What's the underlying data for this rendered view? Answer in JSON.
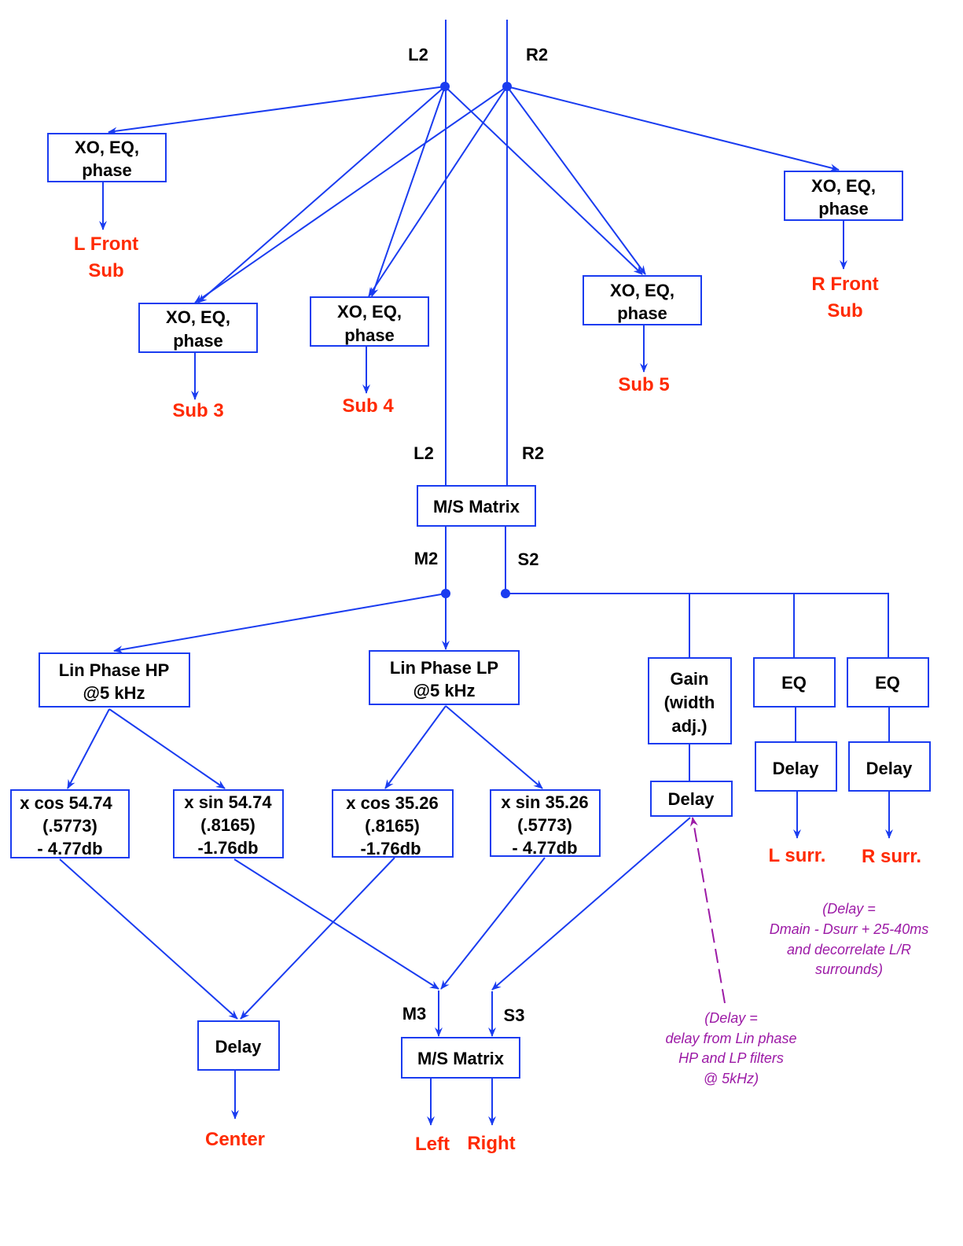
{
  "colors": {
    "wire": "#1a3cf0",
    "output": "#ff2a00",
    "note": "#9c1aa6",
    "text": "#000000"
  },
  "signals": {
    "l2_top": "L2",
    "r2_top": "R2",
    "l2_mid": "L2",
    "r2_mid": "R2",
    "m2": "M2",
    "s2": "S2",
    "m3": "M3",
    "s3": "S3"
  },
  "blocks": {
    "xo_l_front": [
      "XO, EQ,",
      "phase"
    ],
    "xo_sub3": [
      "XO, EQ,",
      "phase"
    ],
    "xo_sub4": [
      "XO, EQ,",
      "phase"
    ],
    "xo_sub5": [
      "XO, EQ,",
      "phase"
    ],
    "xo_r_front": [
      "XO, EQ,",
      "phase"
    ],
    "ms_matrix_top": [
      "M/S Matrix"
    ],
    "lin_phase_hp": [
      "Lin Phase HP",
      "@5 kHz"
    ],
    "lin_phase_lp": [
      "Lin Phase LP",
      "@5 kHz"
    ],
    "gain": [
      "Gain",
      "(width",
      "adj.)"
    ],
    "eq_l": [
      "EQ"
    ],
    "eq_r": [
      "EQ"
    ],
    "delay_side": [
      "Delay"
    ],
    "delay_l_surr": [
      "Delay"
    ],
    "delay_r_surr": [
      "Delay"
    ],
    "cos_5474": [
      "x cos 54.74",
      "(.5773)",
      "- 4.77db"
    ],
    "sin_5474": [
      "x sin 54.74",
      "(.8165)",
      "-1.76db"
    ],
    "cos_3526": [
      "x cos 35.26",
      "(.8165)",
      "-1.76db"
    ],
    "sin_3526": [
      "x sin 35.26",
      "(.5773)",
      "- 4.77db"
    ],
    "delay_center": [
      "Delay"
    ],
    "ms_matrix_bottom": [
      "M/S Matrix"
    ]
  },
  "outputs": {
    "l_front_sub": [
      "L Front",
      "Sub"
    ],
    "r_front_sub": [
      "R Front",
      "Sub"
    ],
    "sub3": "Sub 3",
    "sub4": "Sub 4",
    "sub5": "Sub 5",
    "l_surr": "L surr.",
    "r_surr": "R surr.",
    "center": "Center",
    "left": "Left",
    "right": "Right"
  },
  "notes": {
    "surround_delay": [
      "(Delay =",
      "Dmain - Dsurr + 25-40ms",
      "and decorrelate L/R",
      "surrounds)"
    ],
    "side_delay": [
      "(Delay =",
      "delay from Lin phase",
      "HP and LP filters",
      "@ 5kHz)"
    ]
  }
}
